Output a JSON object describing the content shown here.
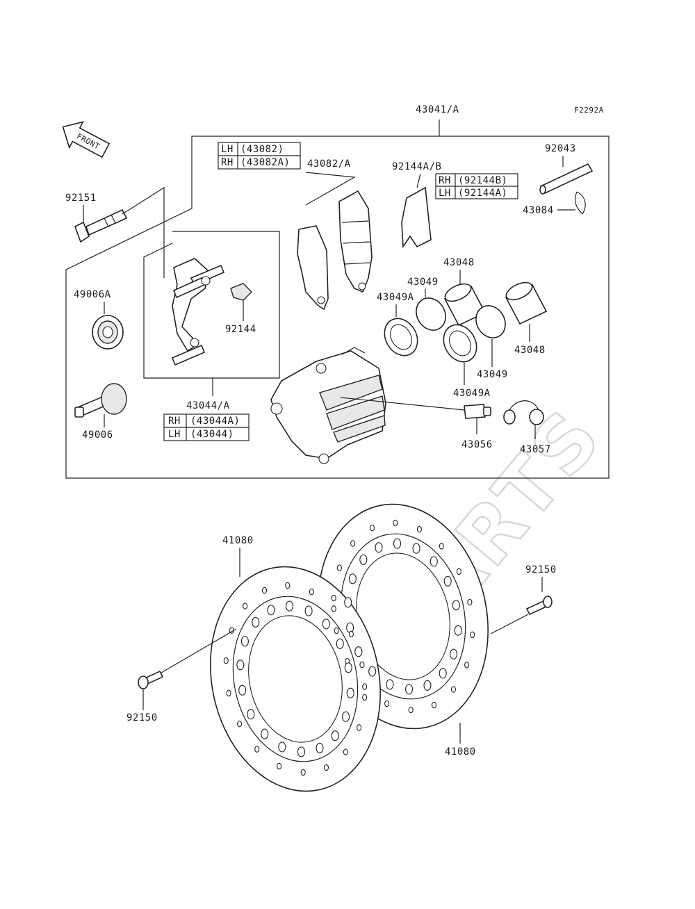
{
  "diagram": {
    "code": "F2292A",
    "watermark": "XPARTS",
    "front_arrow": "FRONT",
    "labels": {
      "p43041": "43041/A",
      "p43082": "43082/A",
      "p92144ab": "92144A/B",
      "p92043": "92043",
      "p43084": "43084",
      "p92151": "92151",
      "p49006a": "49006A",
      "p49006": "49006",
      "p92144": "92144",
      "p43044": "43044/A",
      "p43048a": "43048",
      "p43048b": "43048",
      "p43049a": "43049",
      "p43049b": "43049",
      "p43049Aa": "43049A",
      "p43049Ab": "43049A",
      "p43056": "43056",
      "p43057": "43057",
      "p41080a": "41080",
      "p41080b": "41080",
      "p92150a": "92150",
      "p92150b": "92150"
    },
    "tables": {
      "pads": [
        {
          "side": "LH",
          "part": "(43082)"
        },
        {
          "side": "RH",
          "part": "(43082A)"
        }
      ],
      "spring": [
        {
          "side": "RH",
          "part": "(92144B)"
        },
        {
          "side": "LH",
          "part": "(92144A)"
        }
      ],
      "bracket": [
        {
          "side": "RH",
          "part": "(43044A)"
        },
        {
          "side": "LH",
          "part": "(43044)"
        }
      ]
    }
  }
}
